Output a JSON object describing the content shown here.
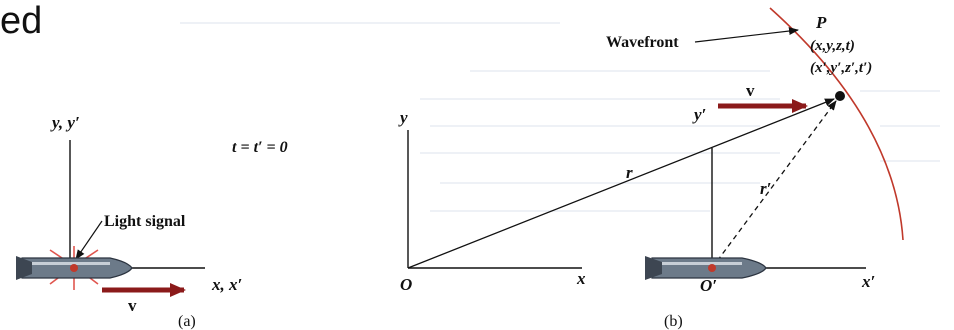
{
  "heading_fragment": "ed",
  "panel_a": {
    "axis_y_label": "y, y′",
    "axis_x_label": "x, x′",
    "time_label": "t = t′ = 0",
    "light_signal_label": "Light signal",
    "velocity_label": "v",
    "caption": "(a)"
  },
  "panel_b": {
    "wavefront_label": "Wavefront",
    "point_label": "P",
    "coords_unprimed": "(x,y,z,t)",
    "coords_primed": "(x′,y′,z′,t′)",
    "velocity_label": "v",
    "axis_y_label": "y",
    "axis_y_prime_label": "y′",
    "axis_x_label": "x",
    "axis_x_prime_label": "x′",
    "origin_label": "O",
    "origin_prime_label": "O′",
    "r_label": "r",
    "r_prime_label": "r′",
    "caption": "(b)"
  },
  "colors": {
    "arrow_red": "#8b1a1a",
    "wavefront_red": "#c0392b",
    "rocket_body": "#6c7a89",
    "flash_red": "#e0564f"
  }
}
